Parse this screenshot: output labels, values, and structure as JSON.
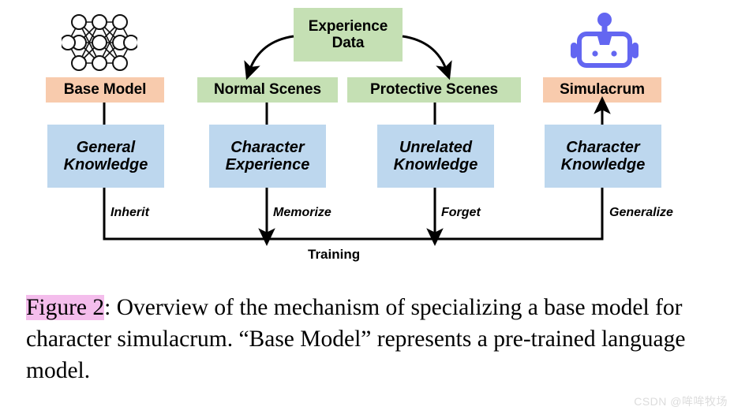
{
  "figure": {
    "icons": {
      "neural_network": "neural-network-icon",
      "robot": "robot-icon"
    },
    "colors": {
      "peach": "#f8cbad",
      "green": "#c5e0b4",
      "blue": "#bdd7ee",
      "robot_purple": "#6366f1",
      "highlight_pink": "#f4bdec",
      "line": "#000000"
    },
    "source_box": {
      "label": "Experience\nData"
    },
    "headers": [
      {
        "label": "Base Model",
        "color": "peach"
      },
      {
        "label": "Normal Scenes",
        "color": "green"
      },
      {
        "label": "Protective Scenes",
        "color": "green"
      },
      {
        "label": "Simulacrum",
        "color": "peach"
      }
    ],
    "knowledge": [
      {
        "label": "General\nKnowledge"
      },
      {
        "label": "Character\nExperience"
      },
      {
        "label": "Unrelated\nKnowledge"
      },
      {
        "label": "Character\nKnowledge"
      }
    ],
    "edge_labels": [
      "Inherit",
      "Memorize",
      "Forget",
      "Generalize"
    ],
    "training_label": "Training"
  },
  "caption": {
    "figure_tag": "Figure 2",
    "rest": ": Overview of the mechanism of specializing a base model for character simulacrum. “Base Model” represents a pre-trained language model."
  },
  "watermark": {
    "text": "CSDN @哞哞牧场"
  }
}
